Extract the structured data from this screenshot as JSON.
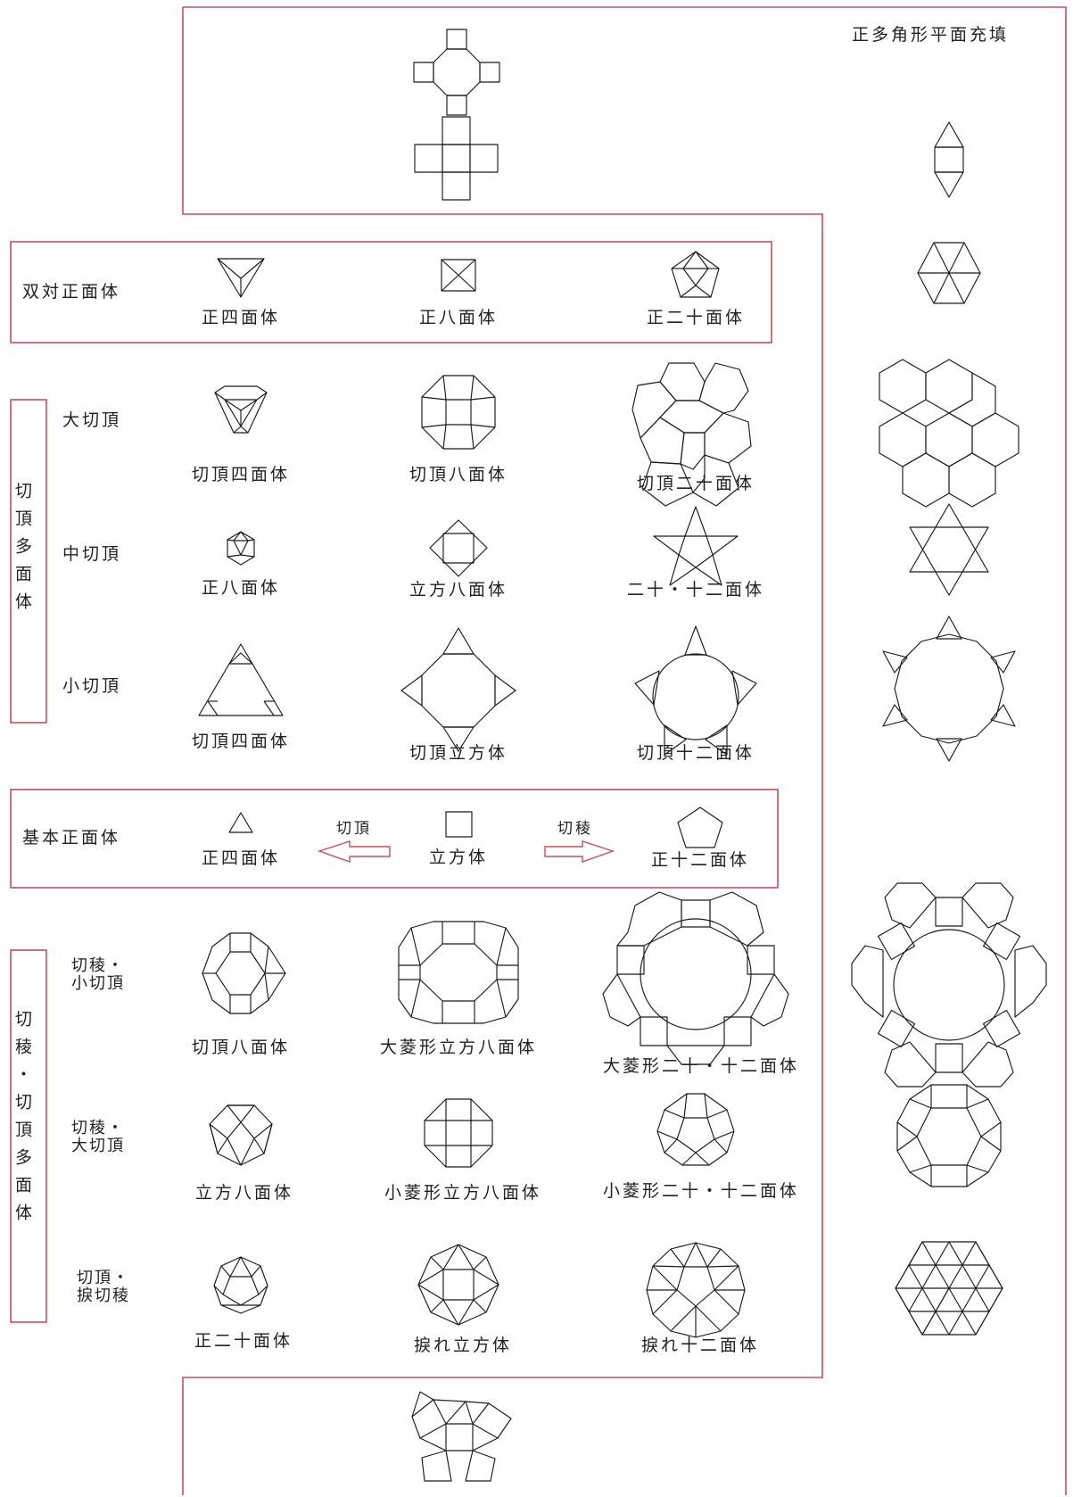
{
  "tiling_title": "正多角形平面充填",
  "dual_row": {
    "heading": "双対正面体",
    "items": [
      "正四面体",
      "正八面体",
      "正二十面体"
    ]
  },
  "truncation_group": {
    "side_label": "切頂多面体",
    "rows": [
      {
        "label": "大切頂",
        "items": [
          "切頂四面体",
          "切頂八面体",
          "切頂二十面体"
        ]
      },
      {
        "label": "中切頂",
        "items": [
          "正八面体",
          "立方八面体",
          "二十・十二面体"
        ]
      },
      {
        "label": "小切頂",
        "items": [
          "切頂四面体",
          "切頂立方体",
          "切頂十二面体"
        ]
      }
    ]
  },
  "basic_row": {
    "heading": "基本正面体",
    "left": "正四面体",
    "center": "立方体",
    "right": "正十二面体",
    "arrow_left": "切頂",
    "arrow_right": "切稜"
  },
  "cantellation_group": {
    "side_label": "切稜・切頂多面体",
    "rows": [
      {
        "label": "切稜・\n小切頂",
        "items": [
          "切頂八面体",
          "大菱形立方八面体",
          "大菱形二十・十二面体"
        ]
      },
      {
        "label": "切稜・\n大切頂",
        "items": [
          "立方八面体",
          "小菱形立方八面体",
          "小菱形二十・十二面体"
        ]
      },
      {
        "label": "切頂・\n捩切稜",
        "items": [
          "正二十面体",
          "捩れ立方体",
          "捩れ十二面体"
        ]
      }
    ]
  },
  "colors": {
    "frame": "#c4505b",
    "line": "#1a1a1a",
    "background": "#ffffff"
  }
}
